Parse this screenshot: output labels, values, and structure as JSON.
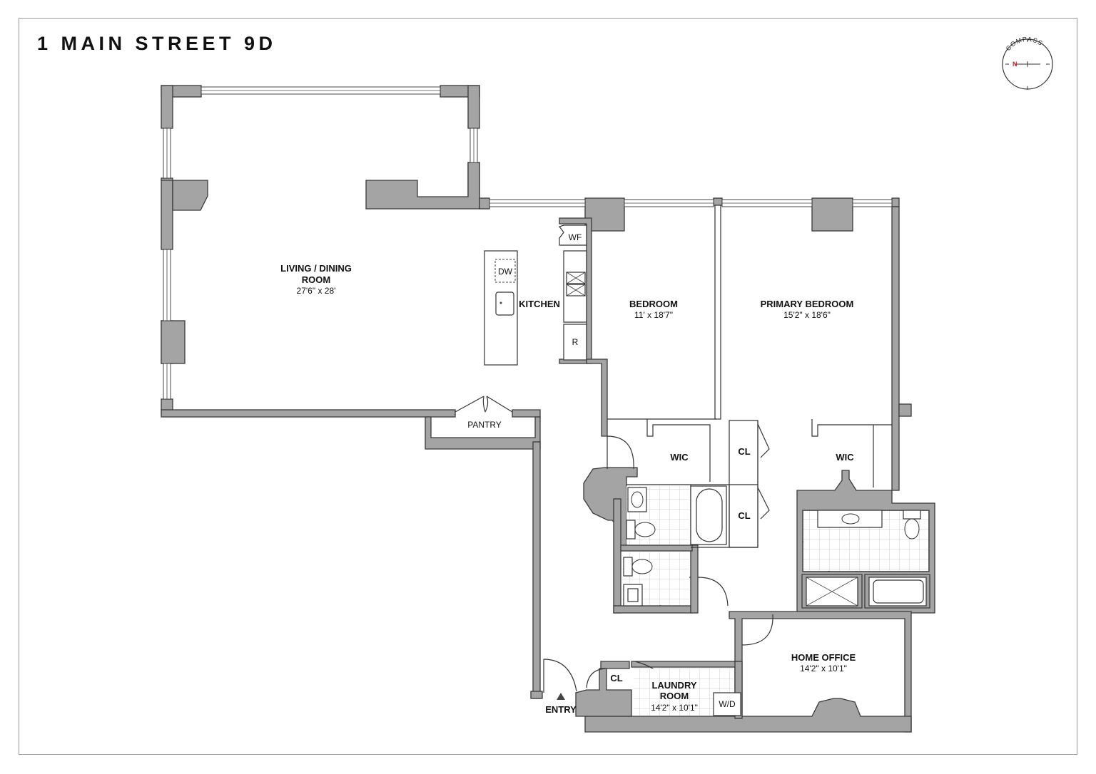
{
  "plan": {
    "title": "1 MAIN STREET 9D"
  },
  "compass": {
    "label": "COMPASS",
    "north": "N",
    "accent_color": "#d0202a"
  },
  "rooms": {
    "living": {
      "name_line1": "LIVING / DINING",
      "name_line2": "ROOM",
      "dimensions": "27'6\" x 28'"
    },
    "kitchen": {
      "name": "KITCHEN"
    },
    "bedroom": {
      "name": "BEDROOM",
      "dimensions": "11' x 18'7\""
    },
    "primary_bedroom": {
      "name": "PRIMARY BEDROOM",
      "dimensions": "15'2\" x 18'6\""
    },
    "home_office": {
      "name": "HOME OFFICE",
      "dimensions": "14'2\" x 10'1\""
    },
    "laundry": {
      "name_line1": "LAUNDRY",
      "name_line2": "ROOM",
      "dimensions": "14'2\" x 10'1\""
    },
    "pantry": {
      "name": "PANTRY"
    },
    "entry": {
      "name": "ENTRY"
    }
  },
  "fixtures": {
    "wf": "WF",
    "dw": "DW",
    "r": "R",
    "wd": "W/D",
    "cl": "CL",
    "wic": "WIC"
  },
  "colors": {
    "wall_fill": "#a4a4a4",
    "wall_stroke": "#3a3a3a",
    "frame": "#9a9a9a"
  }
}
